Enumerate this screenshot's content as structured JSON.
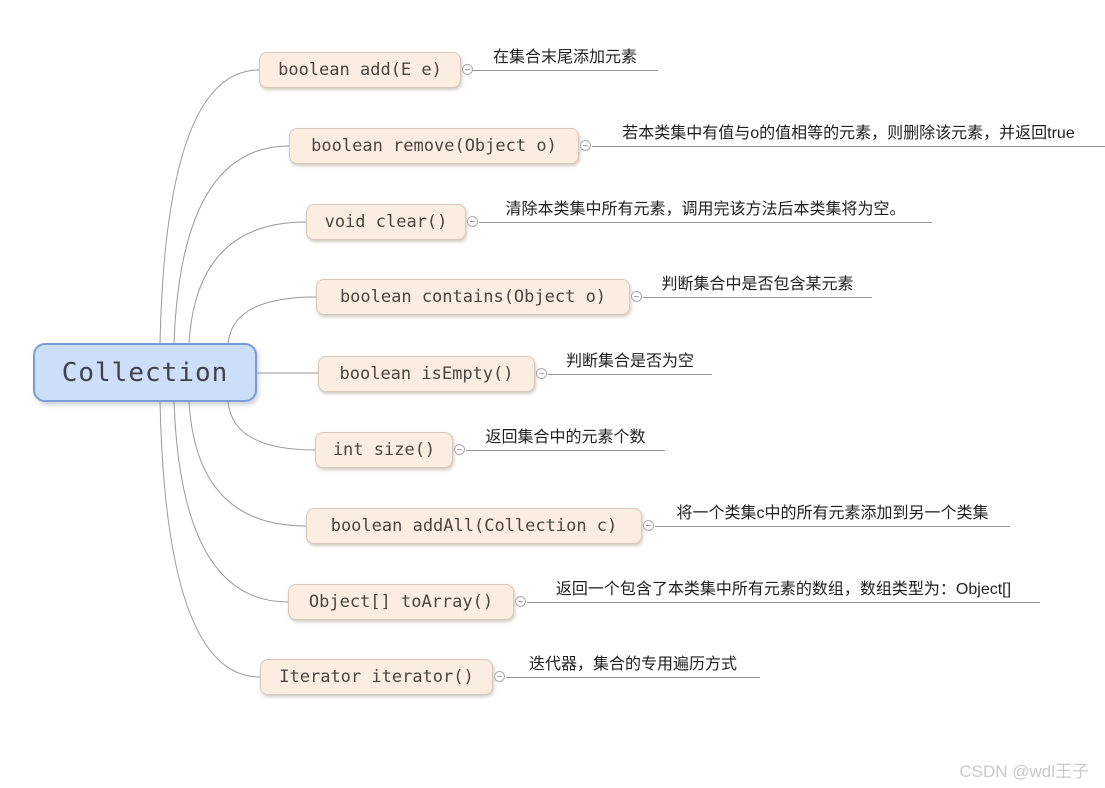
{
  "root": {
    "label": "Collection"
  },
  "branches": [
    {
      "label": "boolean add(E e)",
      "note": "在集合末尾添加元素"
    },
    {
      "label": "boolean remove(Object o)",
      "note": "若本类集中有值与o的值相等的元素，则删除该元素，并返回true"
    },
    {
      "label": "void clear()",
      "note": "清除本类集中所有元素，调用完该方法后本类集将为空。"
    },
    {
      "label": "boolean contains(Object o)",
      "note": "判断集合中是否包含某元素"
    },
    {
      "label": "boolean isEmpty()",
      "note": "判断集合是否为空"
    },
    {
      "label": "int size()",
      "note": "返回集合中的元素个数"
    },
    {
      "label": "boolean addAll(Collection c)",
      "note": "将一个类集c中的所有元素添加到另一个类集"
    },
    {
      "label": "Object[] toArray()",
      "note": "返回一个包含了本类集中所有元素的数组，数组类型为：Object[]"
    },
    {
      "label": "Iterator iterator()",
      "note": "迭代器，集合的专用遍历方式"
    }
  ],
  "watermark": "CSDN @wdl王子",
  "colors": {
    "root_fill": "#cddff8",
    "root_border": "#7b9bd6",
    "topic_fill": "#fbeee1",
    "topic_border": "#d9c8b9",
    "connector": "#999999",
    "note_line": "#949494",
    "watermark": "#c9c9c9"
  }
}
